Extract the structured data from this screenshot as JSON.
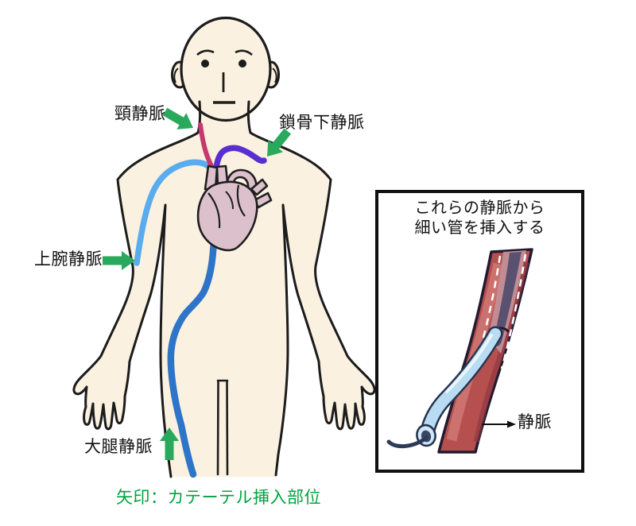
{
  "diagram": {
    "vein_labels": {
      "jugular": "頸静脈",
      "subclavian": "鎖骨下静脈",
      "brachial": "上腕静脈",
      "femoral": "大腿静脈"
    },
    "caption": "矢印：カテーテル挿入部位",
    "inset": {
      "title_line1": "これらの静脈から",
      "title_line2": "細い管を挿入する",
      "vein_label": "静脈"
    },
    "colors": {
      "arrow_green": "#29a95c",
      "caption_green": "#00a33e",
      "jugular_vein": "#c43a6e",
      "subclavian_vein": "#5a2fd2",
      "brachial_vein": "#5aacee",
      "femoral_vein": "#2e74c8",
      "skin": "#faf1e0",
      "outline": "#1c1c1c",
      "heart": "#dcc1cc",
      "inset_vein_red": "#b5504f",
      "catheter_blue": "#b9dcf2"
    }
  }
}
